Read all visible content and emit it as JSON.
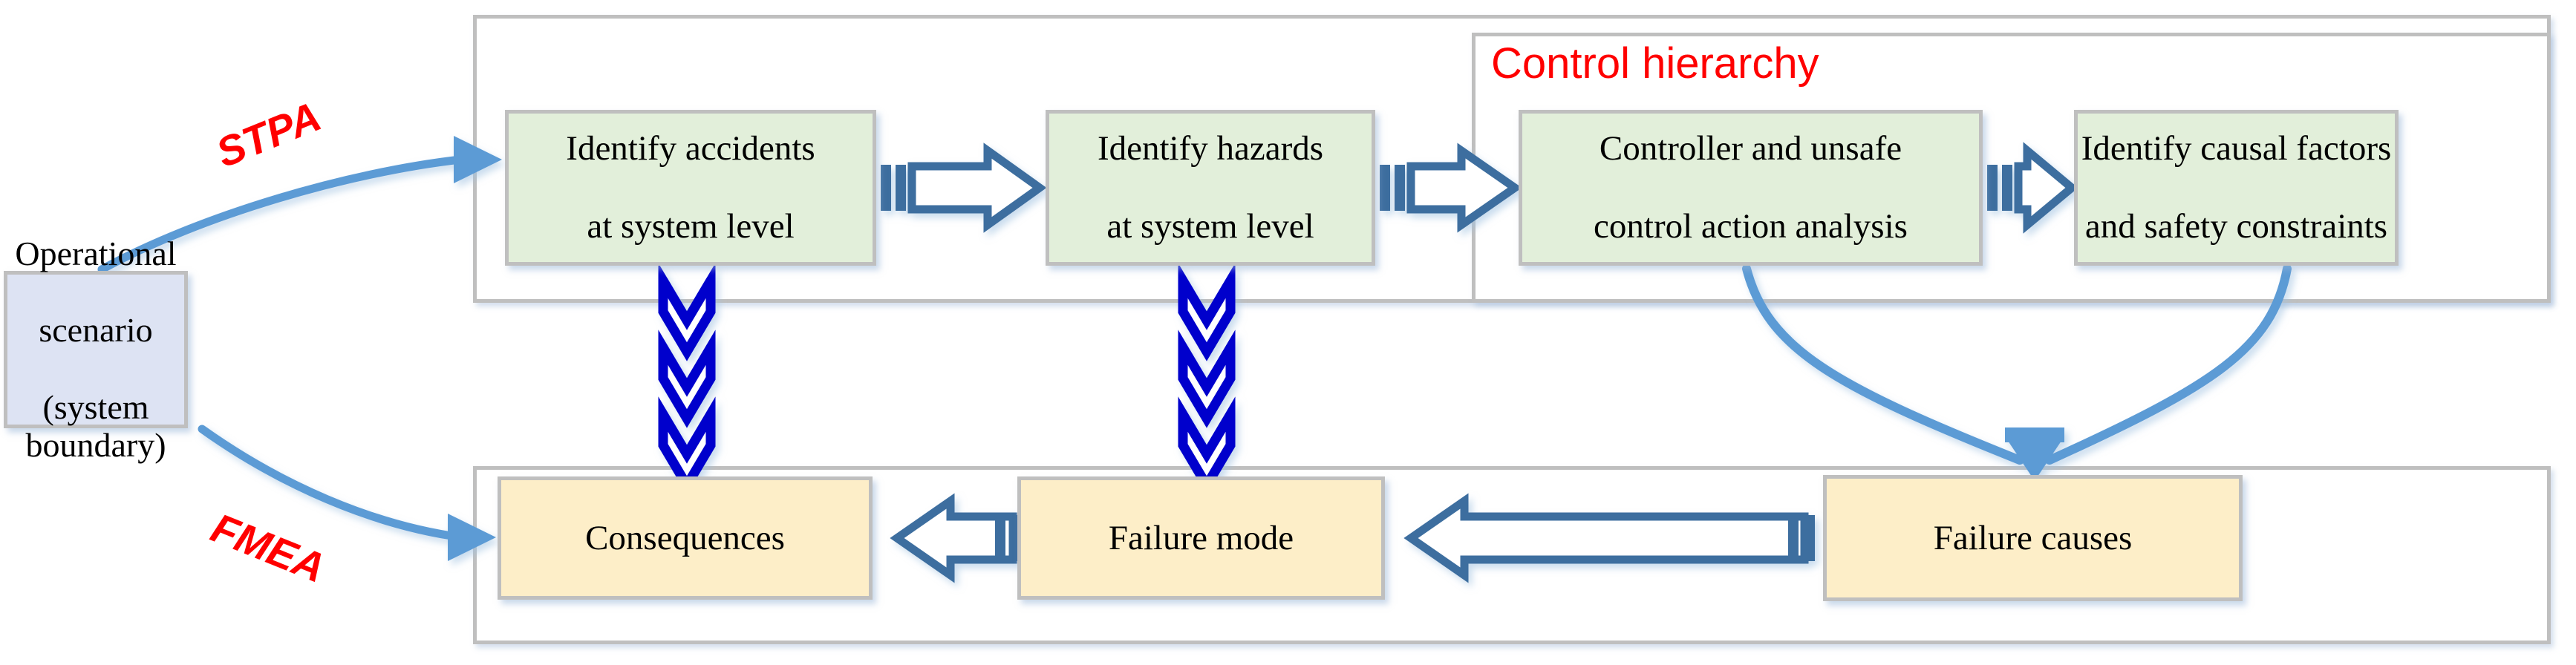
{
  "diagram": {
    "title": "STPA and FMEA integrated analysis flow",
    "colors": {
      "process_box_fill": "#e2efda",
      "failure_box_fill": "#fdeec8",
      "scenario_box_fill": "#dde3f3",
      "panel_border": "#bfbfbf",
      "block_arrow": "#3c6e9f",
      "curved_arrow": "#5b9bd5",
      "chevron": "#0000cc",
      "label_red": "#ff0000"
    },
    "method_labels": {
      "stpa": "STPA",
      "fmea": "FMEA"
    },
    "panel_labels": {
      "control_hierarchy": "Control hierarchy"
    },
    "start_node": {
      "line1": "Operational",
      "line2": "scenario",
      "line3": "(system boundary)"
    },
    "stpa_steps": [
      {
        "id": "identify-accidents",
        "line1": "Identify accidents",
        "line2": "at system level"
      },
      {
        "id": "identify-hazards",
        "line1": "Identify hazards",
        "line2": "at system level"
      },
      {
        "id": "controller-uca",
        "line1": "Controller and unsafe",
        "line2": "control action analysis"
      },
      {
        "id": "causal-factors",
        "line1": "Identify causal factors",
        "line2": "and safety constraints"
      }
    ],
    "fmea_steps": [
      {
        "id": "consequences",
        "line1": "Consequences",
        "line2": ""
      },
      {
        "id": "failure-mode",
        "line1": "Failure mode",
        "line2": ""
      },
      {
        "id": "failure-causes",
        "line1": "Failure causes",
        "line2": ""
      }
    ]
  }
}
